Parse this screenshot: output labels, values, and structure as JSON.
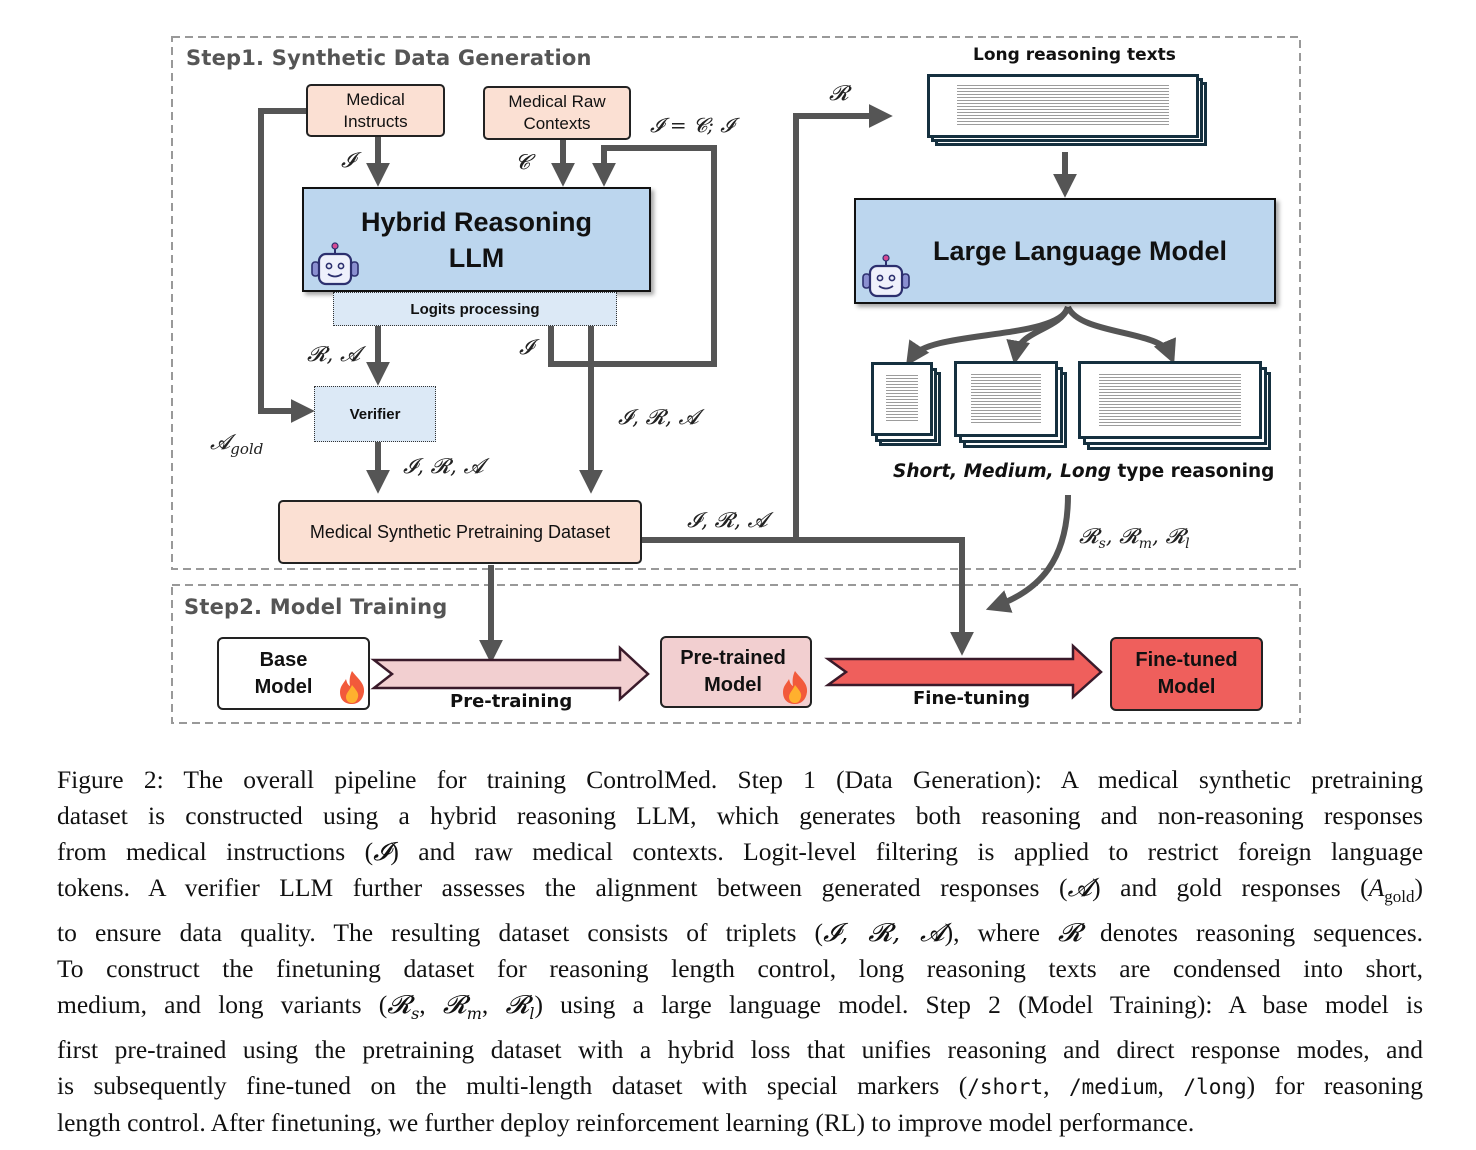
{
  "figure": {
    "step1": {
      "title": "Step1. Synthetic Data Generation",
      "medical_instructs": "Medical\nInstructs",
      "medical_instructs_l1": "Medical",
      "medical_instructs_l2": "Instructs",
      "medical_raw_l1": "Medical Raw",
      "medical_raw_l2": "Contexts",
      "hybrid_llm_l1": "Hybrid Reasoning",
      "hybrid_llm_l2": "LLM",
      "logits_processing": "Logits processing",
      "verifier": "Verifier",
      "dataset": "Medical Synthetic Pretraining Dataset",
      "long_texts_label": "Long reasoning texts",
      "llm": "Large Language Model",
      "types_label_italic": "Short, Medium, Long",
      "types_label_rest": " type reasoning",
      "math": {
        "I": "𝓘",
        "C": "𝓒",
        "loop": "𝓘 = 𝓒; 𝓘",
        "RA": "𝓡, 𝓐",
        "I_back": "𝓘",
        "A_gold": "𝓐",
        "A_gold_sub": "gold",
        "IRA_verifier": "𝓘, 𝓡, 𝓐",
        "IRA_right": "𝓘, 𝓡, 𝓐",
        "IRA_dataset": "𝓘, 𝓡, 𝓐",
        "R": "𝓡",
        "Rsml": "𝓡s, 𝓡m, 𝓡l",
        "R_s": "𝓡",
        "s": "s",
        "m": "m",
        "l": "l"
      }
    },
    "step2": {
      "title": "Step2. Model Training",
      "base_l1": "Base",
      "base_l2": "Model",
      "pretrained_l1": "Pre-trained",
      "pretrained_l2": "Model",
      "finetuned_l1": "Fine-tuned",
      "finetuned_l2": "Model",
      "pretraining_label": "Pre-training",
      "finetuning_label": "Fine-tuning"
    },
    "icons": [
      "robot-icon",
      "fire-icon",
      "document-stack-icon"
    ],
    "colors": {
      "peach": "#fbe0d3",
      "llm_blue": "#bcd6ee",
      "dotted_blue": "#dce9f6",
      "arrow_gray": "#555555",
      "pretrain_pink": "#f2cfd0",
      "finetune_red": "#ef5f5c"
    }
  },
  "caption": {
    "lines": [
      "Figure 2: The overall pipeline for training ControlMed. Step 1 (Data Generation): A medical synthetic pretraining",
      "dataset is constructed using a hybrid reasoning LLM, which generates both reasoning and non-reasoning responses",
      "from medical instructions (𝓘) and raw medical contexts. Logit-level filtering is applied to restrict foreign language",
      "tokens. A verifier LLM further assesses the alignment between generated responses (𝓐) and gold responses (Agold)",
      "to ensure data quality. The resulting dataset consists of triplets (𝓘, 𝓡, 𝓐), where 𝓡 denotes reasoning sequences.",
      "To construct the finetuning dataset for reasoning length control, long reasoning texts are condensed into short,",
      "medium, and long variants (𝓡s, 𝓡m, 𝓡l) using a large language model. Step 2 (Model Training): A base model is",
      "first pre-trained using the pretraining dataset with a hybrid loss that unifies reasoning and direct response modes, and",
      "is subsequently fine-tuned on the multi-length dataset with special markers (/short, /medium, /long) for reasoning",
      "length control. After finetuning, we further deploy reinforcement learning (RL) to improve model performance."
    ],
    "seg": {
      "l3a": "from medical instructions (",
      "l3m": "𝓘",
      "l3b": ") and raw medical contexts. Logit-level filtering is applied to restrict foreign language",
      "l4a": "tokens. A verifier LLM further assesses the alignment between generated responses (",
      "l4m": "𝓐",
      "l4b": ") and gold responses (",
      "l4c": "A",
      "l4sub": "gold",
      "l4d": ")",
      "l5a": "to ensure data quality. The resulting dataset consists of triplets (",
      "l5m": "𝓘, 𝓡, 𝓐",
      "l5b": "), where ",
      "l5m2": "𝓡",
      "l5c": " denotes reasoning sequences.",
      "l7a": "medium, and long variants (",
      "l7m": "𝓡",
      "l7s": "s",
      "l7c": ", ",
      "l7m2": "𝓡",
      "l7s2": "m",
      "l7c2": ", ",
      "l7m3": "𝓡",
      "l7s3": "l",
      "l7b": ") using a large language model. Step 2 (Model Training): A base model is",
      "l9a": "is subsequently fine-tuned on the multi-length dataset with special markers (",
      "l9code1": "/short",
      "l9sep1": ", ",
      "l9code2": "/medium",
      "l9sep2": ", ",
      "l9code3": "/long",
      "l9b": ") for reasoning"
    }
  }
}
